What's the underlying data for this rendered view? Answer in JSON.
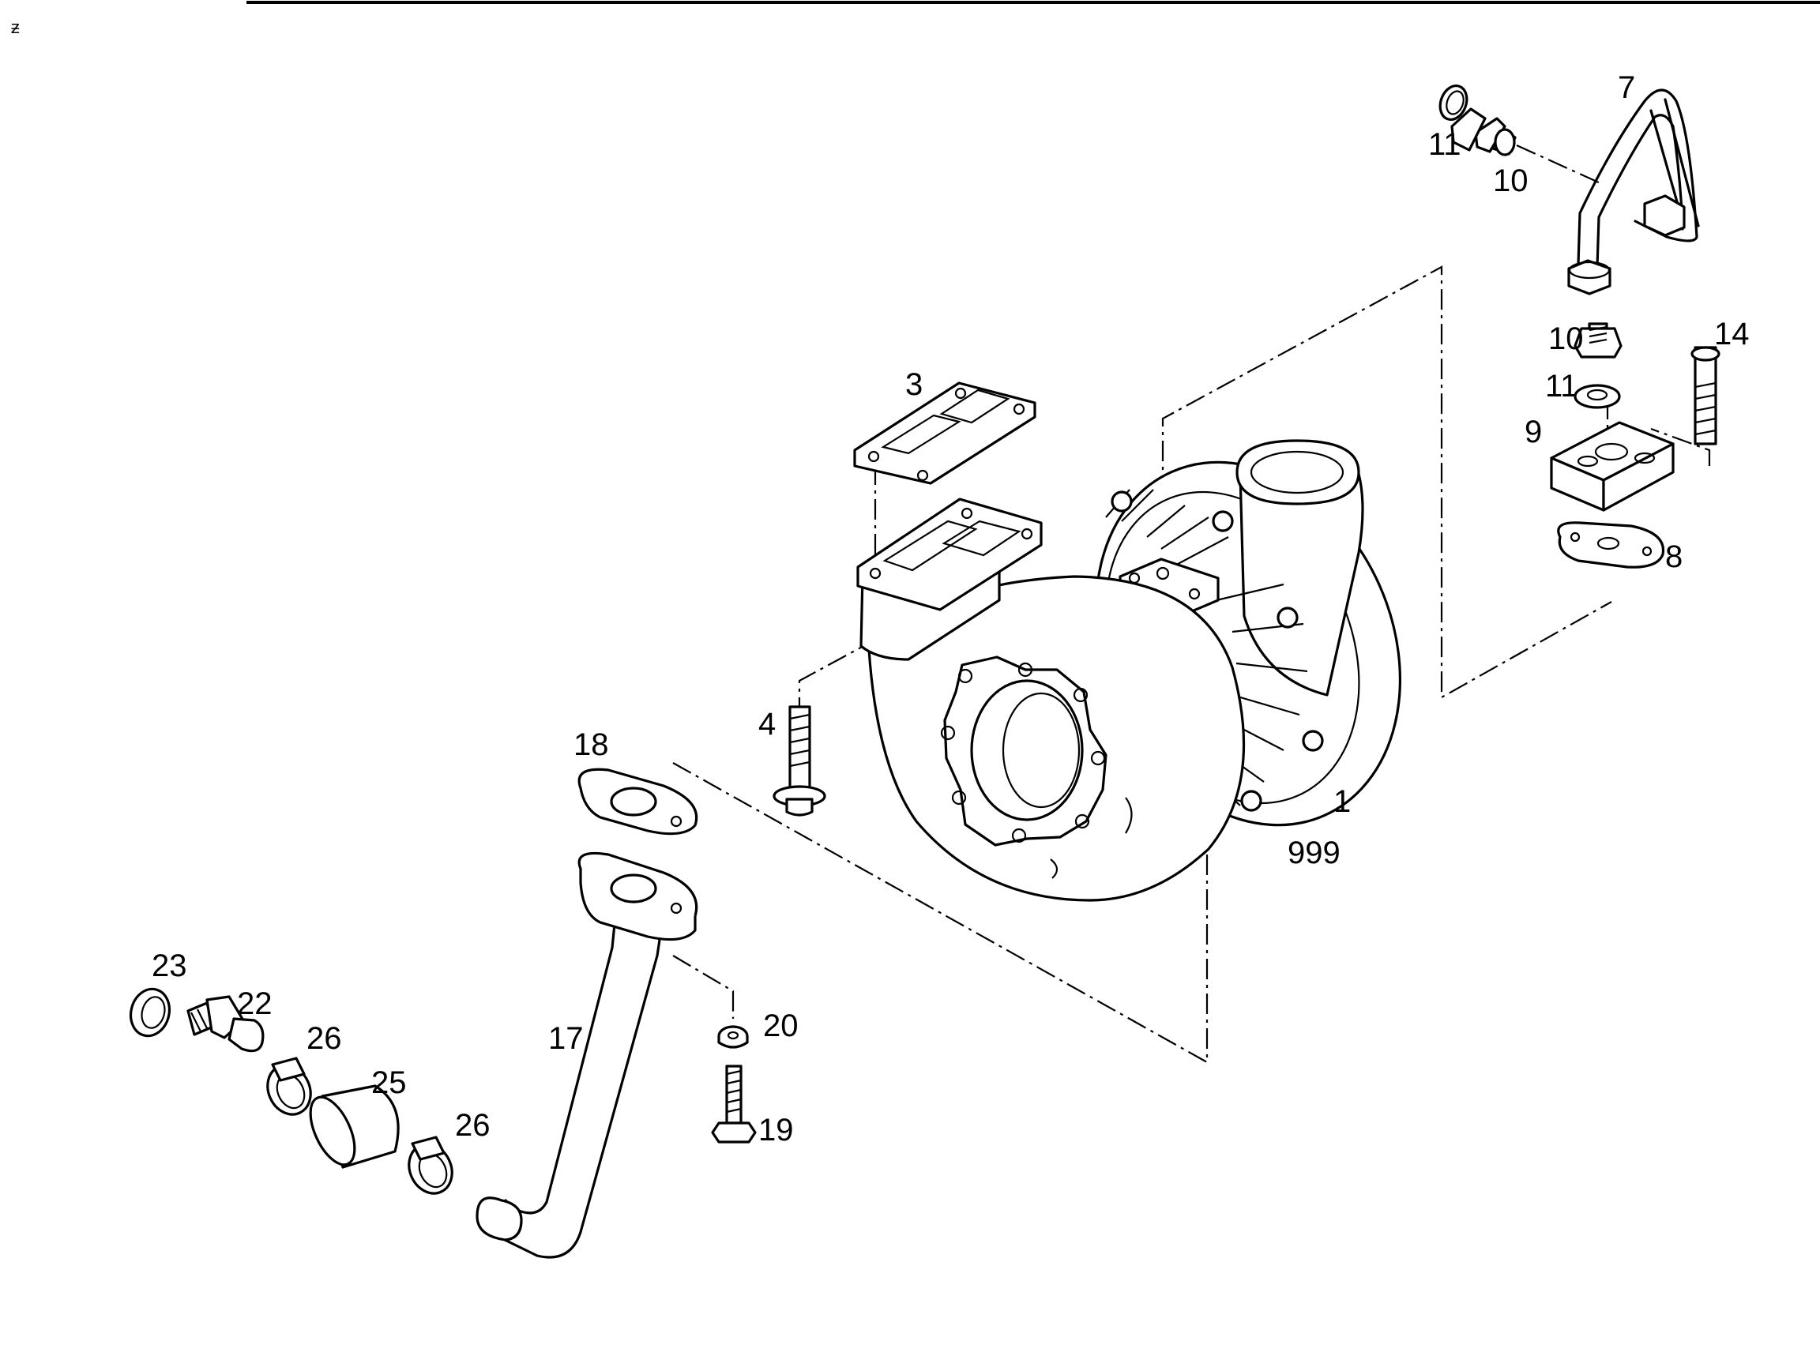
{
  "callouts": {
    "p1": "1",
    "p999": "999",
    "p3": "3",
    "p4": "4",
    "p7": "7",
    "p8": "8",
    "p9": "9",
    "p10a": "10",
    "p10b": "10",
    "p11a": "11",
    "p11b": "11",
    "p14": "14",
    "p17": "17",
    "p18": "18",
    "p19": "19",
    "p20": "20",
    "p22": "22",
    "p23": "23",
    "p25": "25",
    "p26a": "26",
    "p26b": "26"
  }
}
